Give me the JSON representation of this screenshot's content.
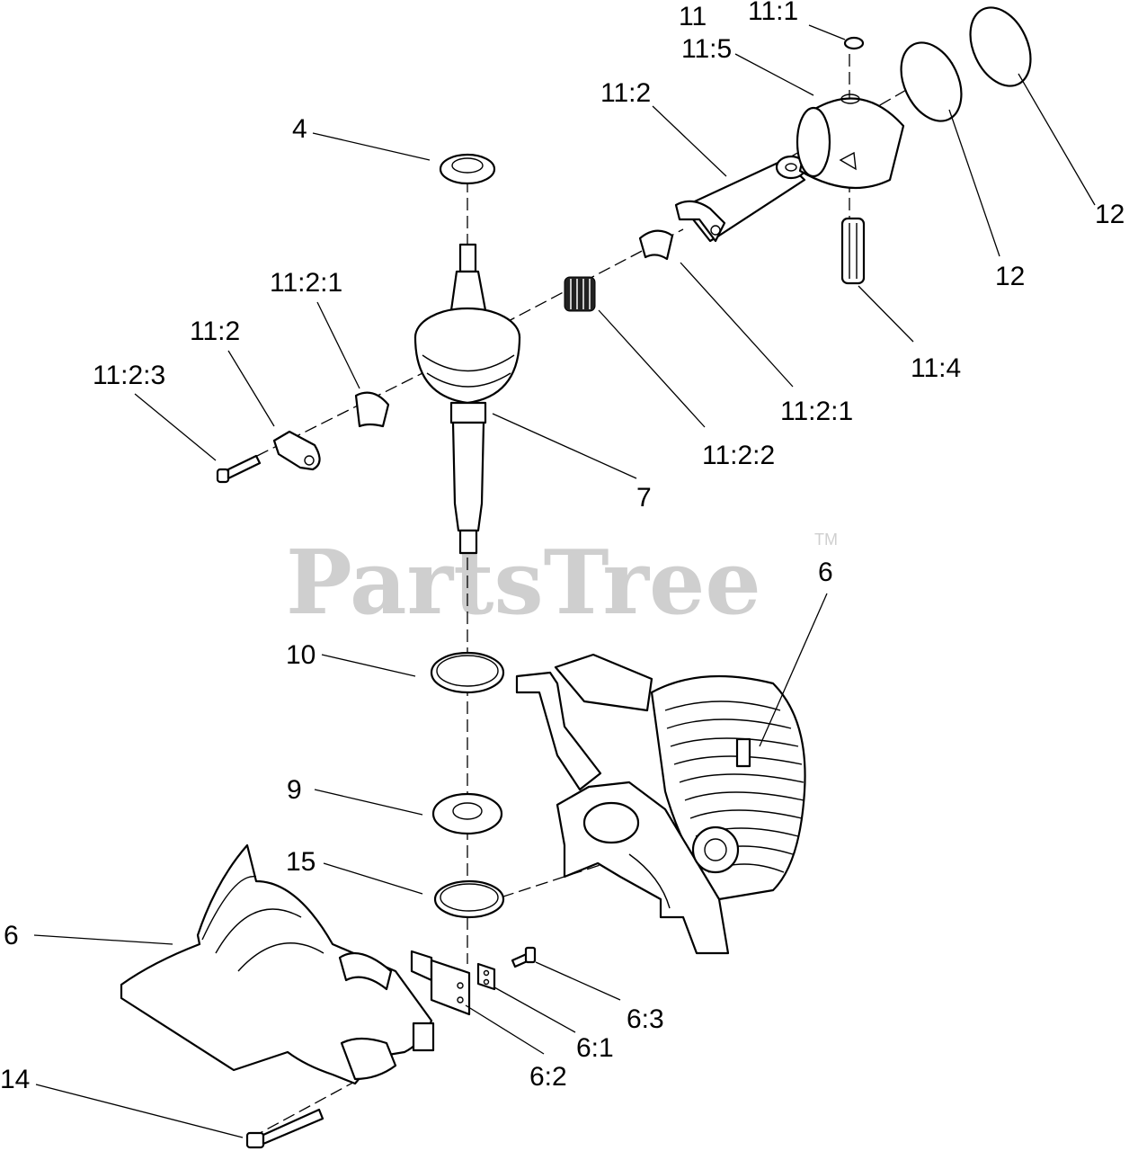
{
  "watermark": {
    "brand": "PartsTree",
    "trademark": "TM"
  },
  "callouts": {
    "c11": "11",
    "c11_1": "11:1",
    "c11_5": "11:5",
    "c11_2_top": "11:2",
    "c12_right": "12",
    "c12_mid": "12",
    "c4": "4",
    "c11_2_1_left": "11:2:1",
    "c11_2_left": "11:2",
    "c11_2_3": "11:2:3",
    "c11_4": "11:4",
    "c11_2_1_right": "11:2:1",
    "c11_2_2": "11:2:2",
    "c7": "7",
    "c6_right": "6",
    "c10": "10",
    "c9": "9",
    "c15": "15",
    "c6_left": "6",
    "c6_3": "6:3",
    "c6_1": "6:1",
    "c6_2": "6:2",
    "c14": "14"
  }
}
